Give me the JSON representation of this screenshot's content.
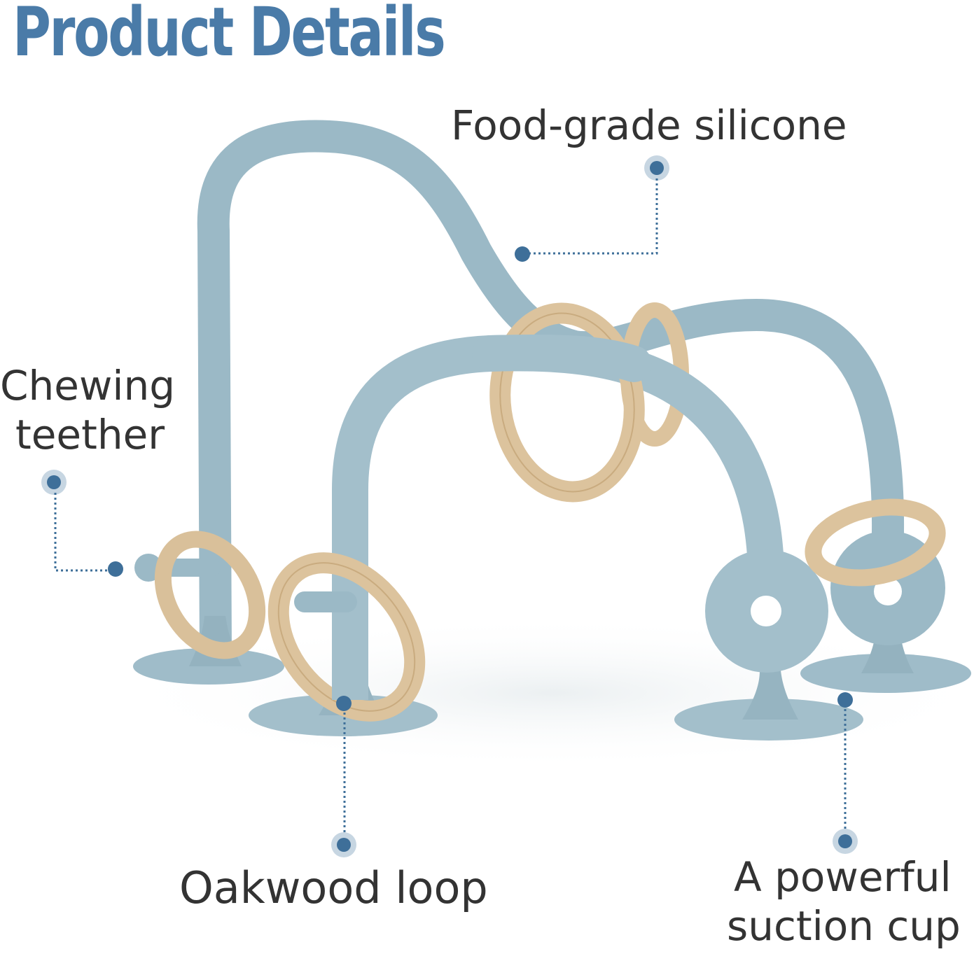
{
  "title": "Product Details",
  "colors": {
    "title": "#4a7ba8",
    "silicone": "#9bb9c6",
    "silicone_shade": "#86a5b3",
    "wood": "#dcc39d",
    "wood_shade": "#c9ab7f",
    "marker": "#3e6f99",
    "label_text": "#333333"
  },
  "callouts": {
    "silicone": {
      "label": "Food-grade silicone"
    },
    "teether": {
      "line1": "Chewing",
      "line2": "teether"
    },
    "loop": {
      "label": "Oakwood loop"
    },
    "suction": {
      "line1": "A powerful",
      "line2": "suction cup"
    }
  }
}
